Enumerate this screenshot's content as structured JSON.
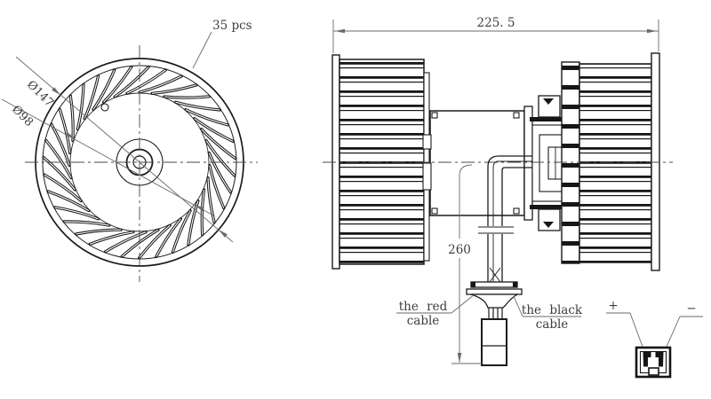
{
  "drawing": {
    "front_view": {
      "blade_count_label": "35 pcs",
      "blade_count": 35,
      "outer_diameter_label": "Ø147",
      "inner_diameter_label": "Ø98"
    },
    "side_view": {
      "overall_width": "225. 5",
      "cable_length": "260",
      "red_cable_line1": "the red",
      "red_cable_line2": "cable",
      "black_cable_line1": "the black",
      "black_cable_line2": "cable"
    },
    "connector_detail": {
      "positive": "+",
      "negative": "−"
    },
    "colors": {
      "line": "#1b1b1b",
      "dim_line": "#6a6a6a",
      "text": "#3d3d3d",
      "background": "#ffffff"
    }
  }
}
